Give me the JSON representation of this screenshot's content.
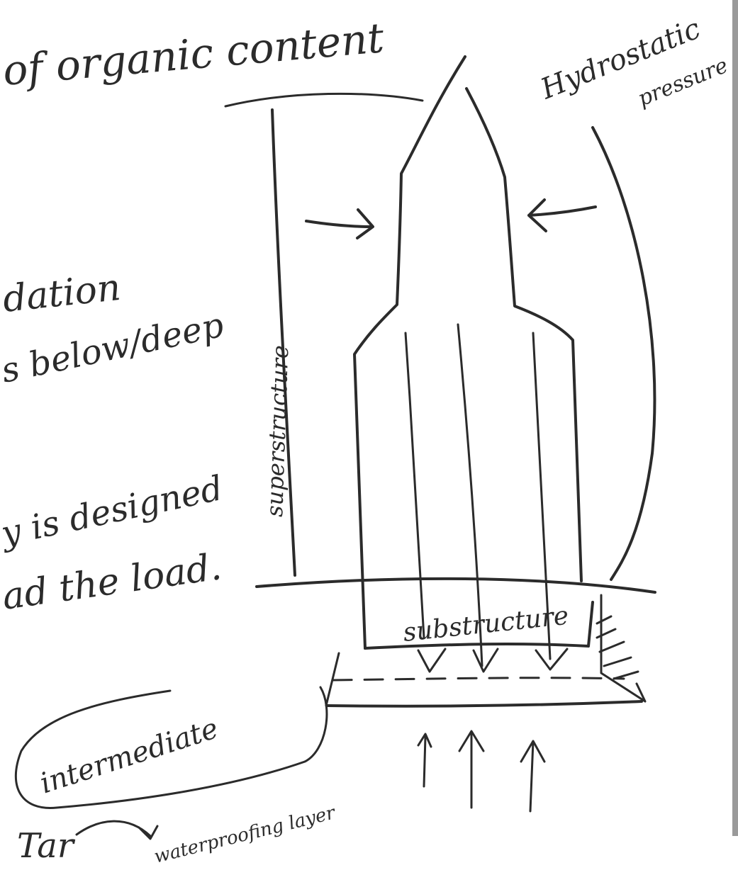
{
  "labels": {
    "top_partial": "of organic content",
    "hydro_1": "Hydrostatic",
    "hydro_2": "pressure",
    "superstructure": "superstructure",
    "left_1": "dation",
    "left_2": "s below/deep",
    "left_3": "y is designed",
    "left_4": "ad the load.",
    "substructure": "substructure",
    "intermediate": "intermediate",
    "tar": "Tar",
    "waterproofing": "waterproofing layer"
  },
  "colors": {
    "ink": "#2b2b2b",
    "paper": "#ffffff"
  }
}
